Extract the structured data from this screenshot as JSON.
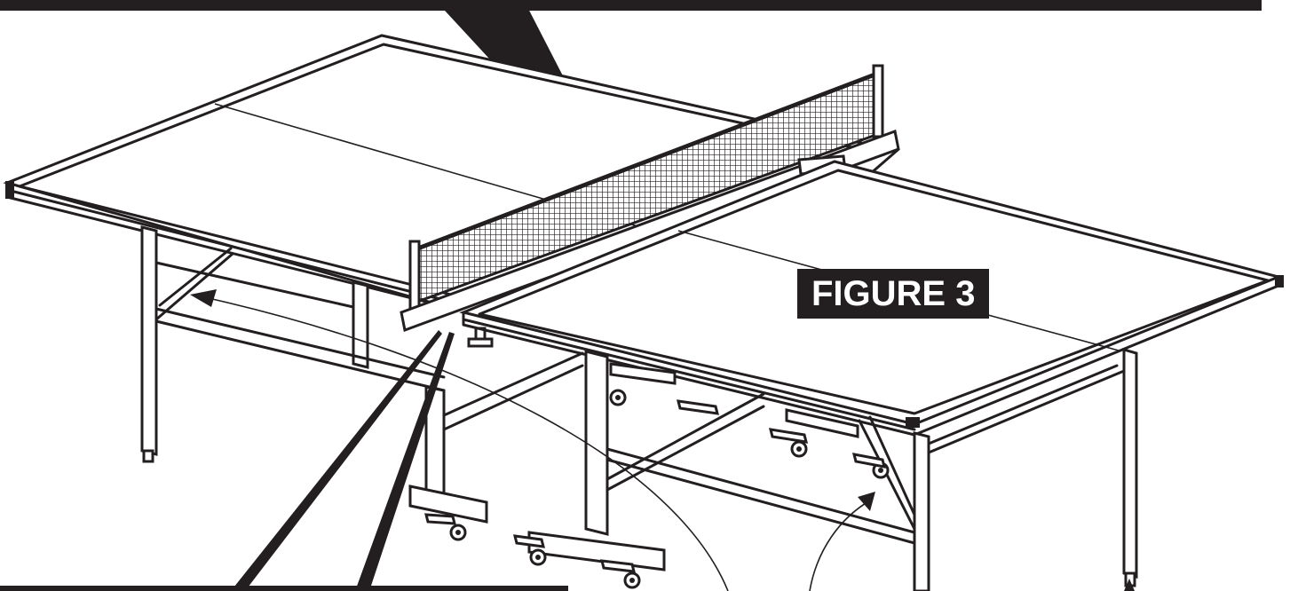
{
  "figure": {
    "label": "FIGURE 3"
  },
  "colors": {
    "ink": "#231f20",
    "paper": "#ffffff"
  },
  "callouts": [
    {
      "name": "net-post-callout"
    },
    {
      "name": "net-clamp-callout"
    },
    {
      "name": "brace-callout-left"
    },
    {
      "name": "brace-callout-right"
    },
    {
      "name": "leg-leveler-callout"
    }
  ]
}
